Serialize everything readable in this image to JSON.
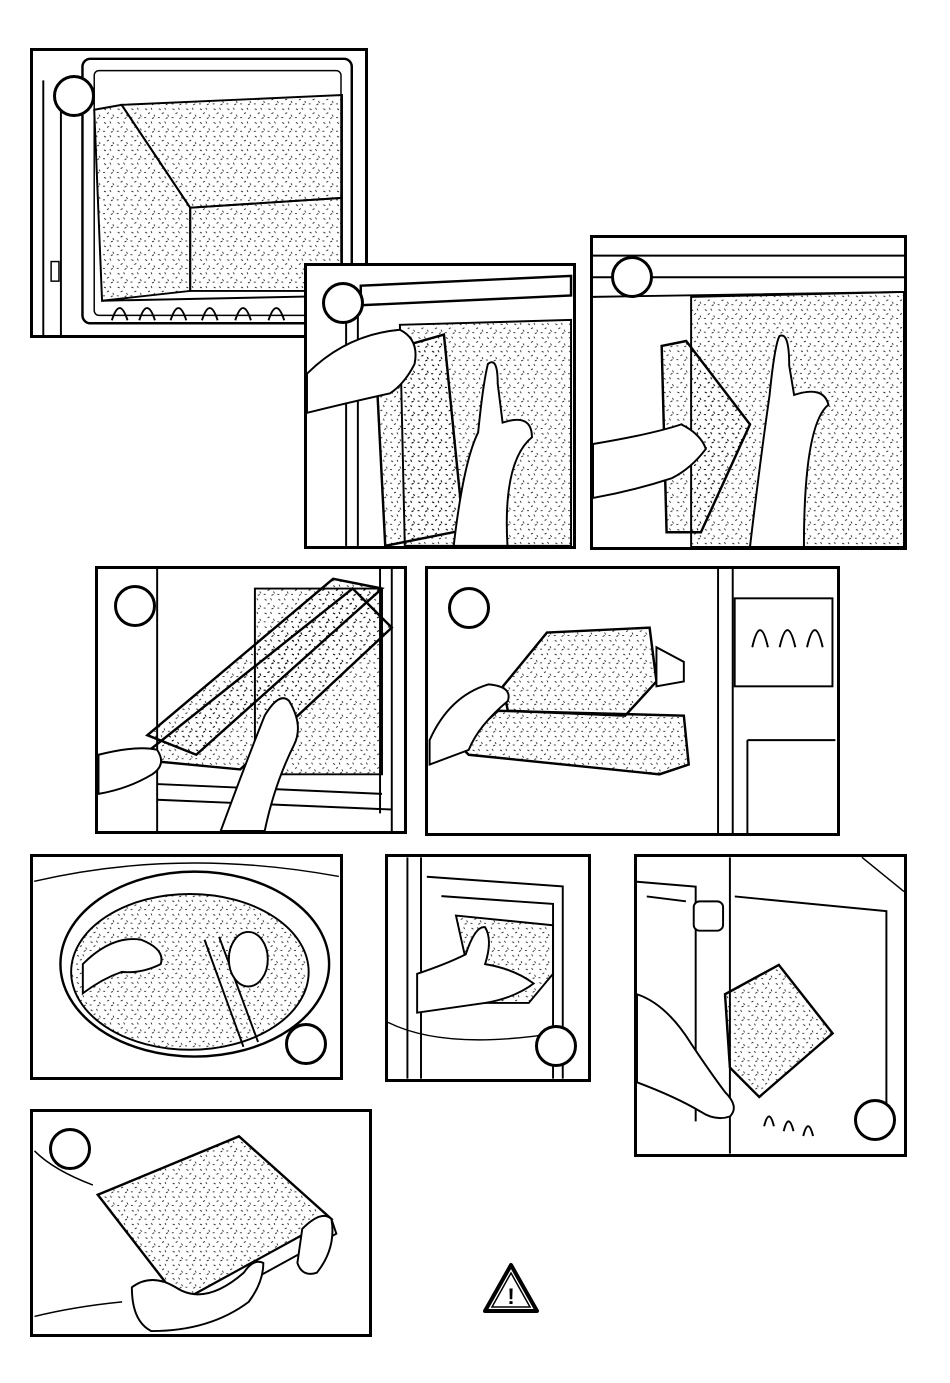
{
  "page": {
    "background": "#ffffff",
    "ink": "#000000",
    "fill_texture": "speckled-ceramic-fiber"
  },
  "panels": [
    {
      "id": "p1",
      "step_marker": "empty-circle",
      "content": "stove-interior-with-fiber-liner-panels"
    },
    {
      "id": "p2",
      "step_marker": "empty-circle",
      "content": "hand-pushing-top-liner-panel"
    },
    {
      "id": "p3",
      "step_marker": "empty-circle",
      "content": "fingers-tilting-side-panel"
    },
    {
      "id": "p4",
      "step_marker": "empty-circle",
      "content": "removing-angled-baffle-panel"
    },
    {
      "id": "p5",
      "step_marker": "empty-circle",
      "content": "lifting-stacked-panels-out"
    },
    {
      "id": "p6",
      "step_marker": "empty-circle",
      "content": "hand-through-round-flue-opening"
    },
    {
      "id": "p7",
      "step_marker": "empty-circle",
      "content": "hand-inside-open-firebox-door"
    },
    {
      "id": "p8",
      "step_marker": "empty-circle",
      "content": "sliding-panel-through-door"
    },
    {
      "id": "p9",
      "step_marker": "empty-circle",
      "content": "two-hands-holding-fiber-panel"
    }
  ],
  "warning": {
    "icon": "warning-triangle-icon",
    "symbol": "!"
  }
}
